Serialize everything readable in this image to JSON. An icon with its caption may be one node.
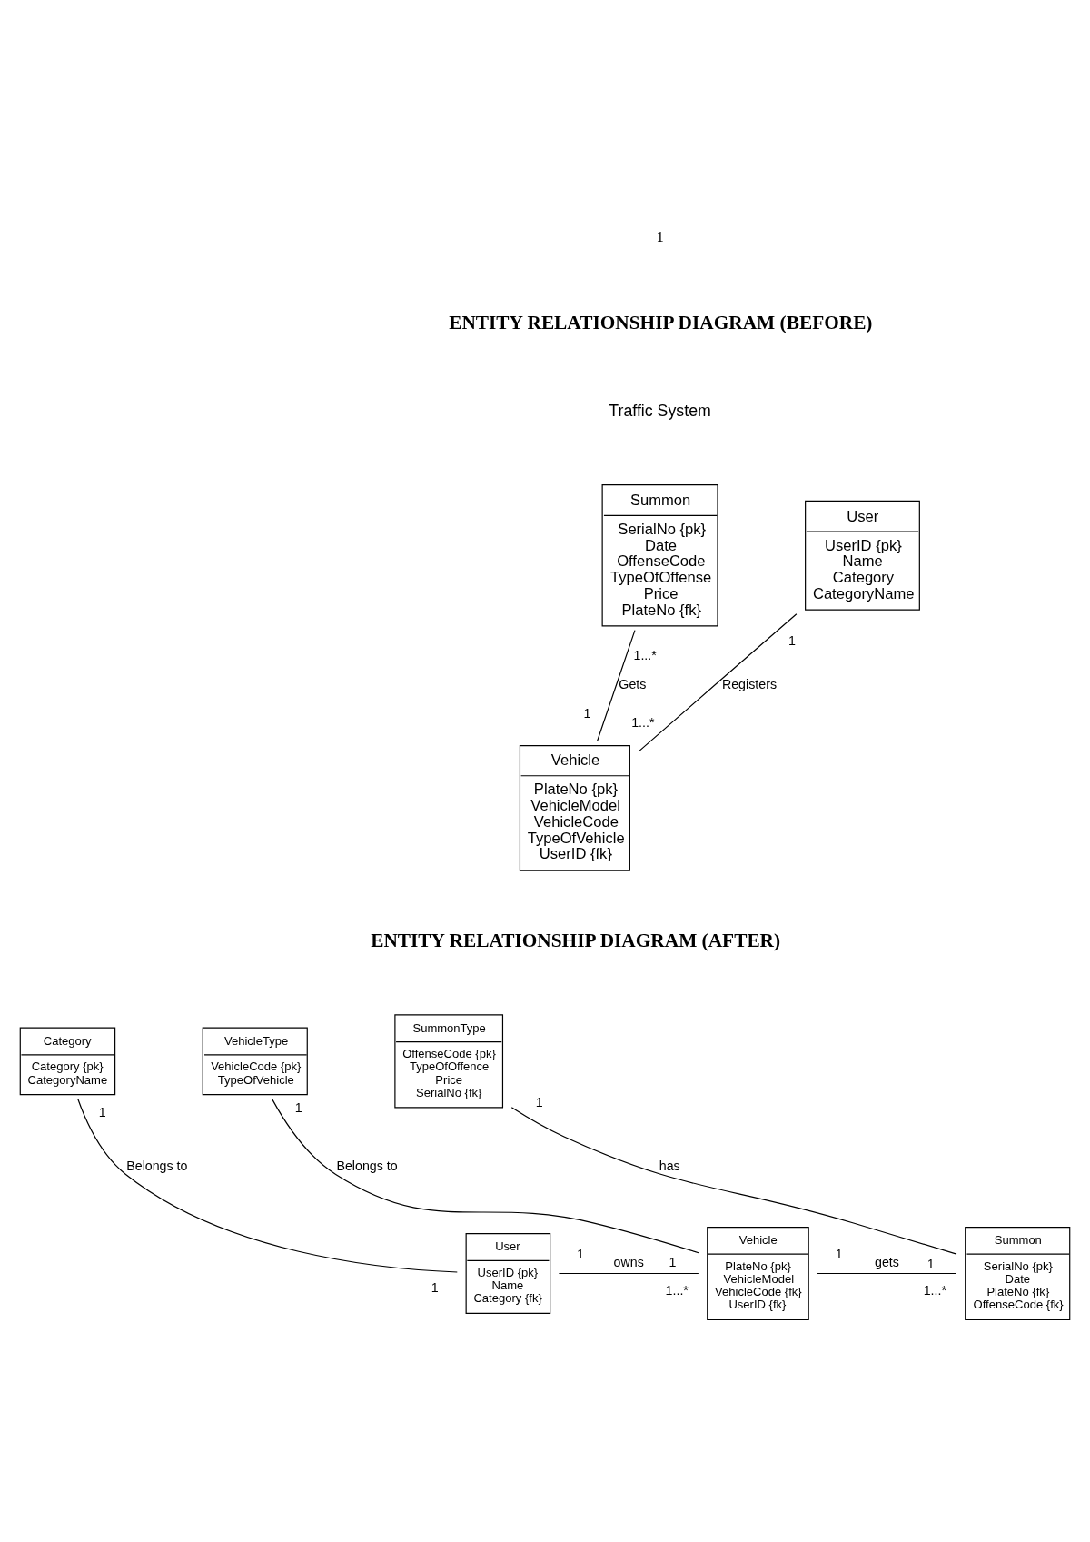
{
  "diagram": {
    "nodes": [
      {
        "text": [
          "User",
          "UserID {pk}",
          "Name",
          "Category",
          "CategoryName"
        ]
      },
      {
        "text": [
          "Summon",
          "SerialNo {pk}",
          "Date",
          "OffenseCode",
          "TypeOfOffense",
          "Price",
          "PlateNo {fk}"
        ]
      },
      {
        "text": [
          "Vehicle",
          "PlateNo {pk}",
          "VehicleModel",
          "VehicleCode",
          "TypeOfVehicle",
          "UserID {fk}"
        ]
      },
      {
        "text": [
          "Category",
          "Category {pk}",
          "CategoryName"
        ]
      },
      {
        "text": [
          "VehicleType",
          "VehicleCode {pk}",
          "TypeOfVehicle"
        ]
      },
      {
        "text": [
          "SummonType",
          "OffenseCode {pk}",
          "TypeOfOffence",
          "Price",
          "SerialNo {fk}"
        ]
      },
      {
        "text": [
          "User",
          "UserID {pk}",
          "Name",
          "Category {fk}"
        ]
      },
      {
        "text": [
          "Summon",
          "SerialNo {pk}",
          "Date",
          "PlateNo {fk}",
          "OffenseCode {fk}"
        ]
      },
      {
        "text": [
          "Vehicle",
          "PlateNo {pk}",
          "VehicleModel",
          "VehicleCode {fk}",
          "UserID {fk}"
        ]
      }
    ],
    "edges": [
      {
        "from": 0,
        "to": 2,
        "arrow": "none",
        "label": "Registers"
      },
      {
        "from": 2,
        "to": 1,
        "arrow": "none",
        "label": "Gets"
      },
      {
        "from": 6,
        "to": 3,
        "arrow": "none",
        "label": "Belongs to"
      },
      {
        "from": 8,
        "to": 4,
        "arrow": "none",
        "label": "Belongs to"
      },
      {
        "from": 7,
        "to": 5,
        "arrow": "none",
        "label": "has"
      },
      {
        "from": 6,
        "to": 8,
        "arrow": "none",
        "label": "owns"
      },
      {
        "from": 8,
        "to": 7,
        "arrow": "none",
        "label": "gets"
      }
    ],
    "labels": [
      "1",
      "ENTITY RELATIONSHIP DIAGRAM (BEFORE)",
      "Traffic System",
      "1",
      "1...*",
      "1...*",
      "1",
      "ENTITY RELATIONSHIP DIAGRAM (AFTER)",
      "1",
      "1",
      "1",
      "1",
      "1",
      "1",
      "1",
      "1...*",
      "1",
      "1...*"
    ]
  }
}
